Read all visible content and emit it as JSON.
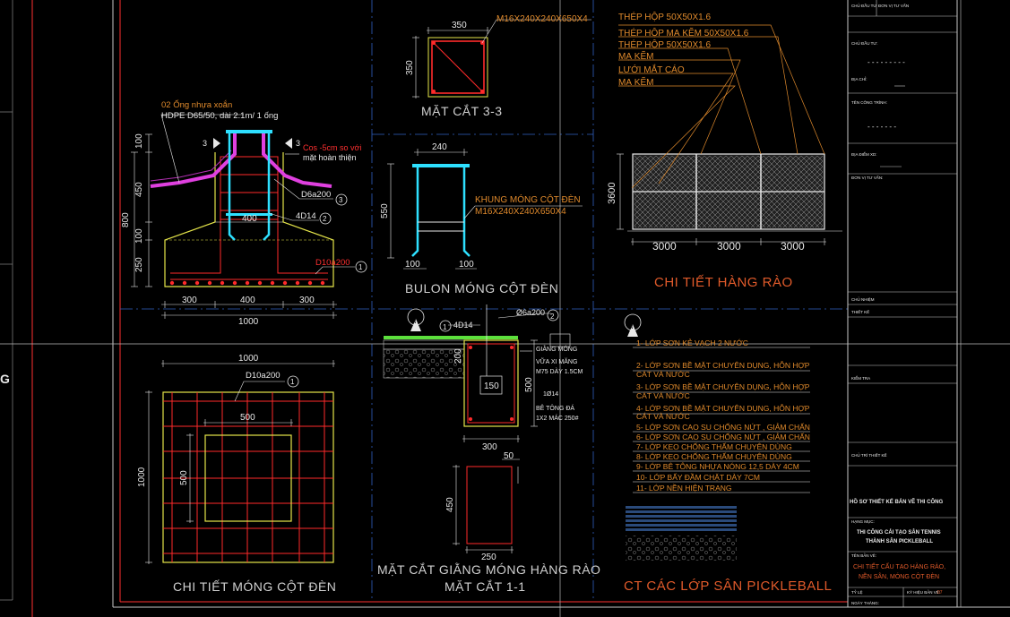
{
  "colors": {
    "background": "#000000",
    "frame_red": "#ff3030",
    "dim_white": "#e8e8e8",
    "label_orange": "#e08a2c",
    "rebar_red": "#ff2a2a",
    "bolt_cyan": "#2ee0ff",
    "pipe_magenta": "#e040e0",
    "conc_yellow": "#e6e64a",
    "grass_green": "#5ce03c",
    "title_orange": "#e05a2a"
  },
  "cot_den": {
    "pipe_note_1": "02 Ống nhựa xoắn",
    "pipe_note_2": "HDPE D65/50, dài 2.1m/ 1 ống",
    "cos_note_1": "Cos -5cm so với",
    "cos_note_2": "mặt hoàn thiện",
    "section_mark": "3",
    "rebar_1": "D6a200",
    "rebar_1_num": "3",
    "rebar_2": "4D14",
    "rebar_2_num": "2",
    "rebar_3": "D10a200",
    "rebar_3_num": "1",
    "dim_400": "400",
    "dim_300": "300",
    "dim_1000": "1000",
    "dim_100": "100",
    "dim_450": "450",
    "dim_800": "800",
    "dim_250": "250"
  },
  "mat_cat_33": {
    "label": "M16X240X240X650X4",
    "dim_350": "350",
    "title": "MẶT CẮT 3-3"
  },
  "bulon": {
    "label_1": "KHUNG MÓNG CỘT ĐÈN",
    "label_2": "M16X240X240X650X4",
    "dim_240": "240",
    "dim_550": "550",
    "dim_100": "100",
    "title": "BULON MÓNG CỘT ĐÈN"
  },
  "hang_rao": {
    "labels": [
      "THÉP HỘP 50X50X1.6",
      "THÉP HỘP MẠ KẼM 50X50X1.6",
      "THÉP HỘP 50X50X1.6",
      "MẠ KẼM",
      "LƯỚI MẮT CÁO",
      "MẠ KẼM"
    ],
    "dim_3600": "3600",
    "dim_3000": "3000",
    "title": "CHI TIẾT HÀNG RÀO"
  },
  "mong_plan": {
    "dim_1000": "1000",
    "dim_500": "500",
    "rebar": "D10a200",
    "rebar_num": "1",
    "title": "CHI TIẾT MÓNG CỘT ĐÈN"
  },
  "giang_mong": {
    "north": "N",
    "rebar_a": "4D14",
    "rebar_a_num": "1",
    "rebar_b": "Ø6a200",
    "rebar_b_num": "2",
    "notes": [
      "GIẰNG MÓNG",
      "VỮA XI MĂNG",
      "M75 DÀY 1.5CM",
      "1Ø14",
      "BÊ TÔNG ĐÁ",
      "1X2 MÁC 250#"
    ],
    "dim_150": "150",
    "dim_200": "200",
    "dim_300": "300",
    "dim_500": "500",
    "dim_50": "50",
    "dim_450": "450",
    "dim_250": "250",
    "title_1": "MẶT CẮT GIẰNG MÓNG HÀNG RÀO",
    "title_2": "MẶT CẮT 1-1"
  },
  "lop_san": {
    "north": "N",
    "layers": [
      "1- LỚP SƠN KẺ VẠCH 2 NƯỚC",
      "2- LỚP SƠN BỀ MẶT CHUYÊN DỤNG, HỖN HỢP",
      "CÁT VÀ NƯỚC",
      "3- LỚP SƠN BỀ MẶT CHUYÊN DỤNG, HỖN HỢP",
      "CÁT VÀ NƯỚC",
      "4- LỚP SƠN BỀ MẶT CHUYÊN DỤNG, HỖN HỢP",
      "CÁT VÀ NƯỚC",
      "5- LỚP SƠN CAO SU CHỐNG NỨT , GIẢM CHẤN",
      "6- LỚP SƠN CAO SU CHỐNG NỨT , GIẢM CHẤN",
      "7- LỚP KEO CHỐNG THẤM CHUYÊN DÙNG",
      "8- LỚP KEO CHỐNG THẤM CHUYÊN DÙNG",
      "9- LỚP BÊ TÔNG NHỰA NÓNG 12,5 DÀY 4CM",
      "10- LỚP BẤY ĐẦM CHẶT DÀY 7CM",
      "11- LỚP NỀN HIỆN TRẠNG"
    ],
    "title": "CT CÁC LỚP SÂN PICKLEBALL"
  },
  "left_edge": {
    "text": "G"
  },
  "title_block": {
    "r1a": "CHỦ ĐẦU TƯ",
    "r1b": "ĐƠN VỊ TƯ VẤN",
    "chu_dau_tu": "CHỦ ĐẦU TƯ:",
    "dashes": "- - - - - - - - -",
    "dia_chi": "ĐỊA CHỈ:",
    "ten_cong_trinh": "TÊN CÔNG TRÌNH:",
    "dashes2": "- - - - - - -",
    "dia_diem": "ĐỊA ĐIỂM XD:",
    "don_vi": "ĐƠN VỊ TƯ VẤN:",
    "chu_nhiem": "CHỦ NHIỆM",
    "thiet_ke": "THIẾT KẾ",
    "kiem_tra": "KIỂM TRA",
    "chu_tri": "CHỦ TRÌ THIẾT KẾ",
    "ho_so": "HỒ SƠ THIẾT KẾ BẢN VẼ THI CÔNG",
    "hang_muc": "HẠNG MỤC:",
    "project_1": "THI CÔNG CẢI TẠO SÂN TENNIS",
    "project_2": "THÀNH SÂN PICKLEBALL",
    "ten_ban_ve": "TÊN BẢN VẼ:",
    "drawing_1": "CHI TIẾT CẤU TẠO HÀNG RÀO,",
    "drawing_2": "NỀN SÂN, MÓNG CỘT ĐÈN",
    "ty_le": "TỶ LỆ",
    "bottom_left": "NGÀY THÁNG:",
    "ky_hieu": "KÝ HIỆU BẢN VẼ:",
    "sheet_no": "07"
  }
}
